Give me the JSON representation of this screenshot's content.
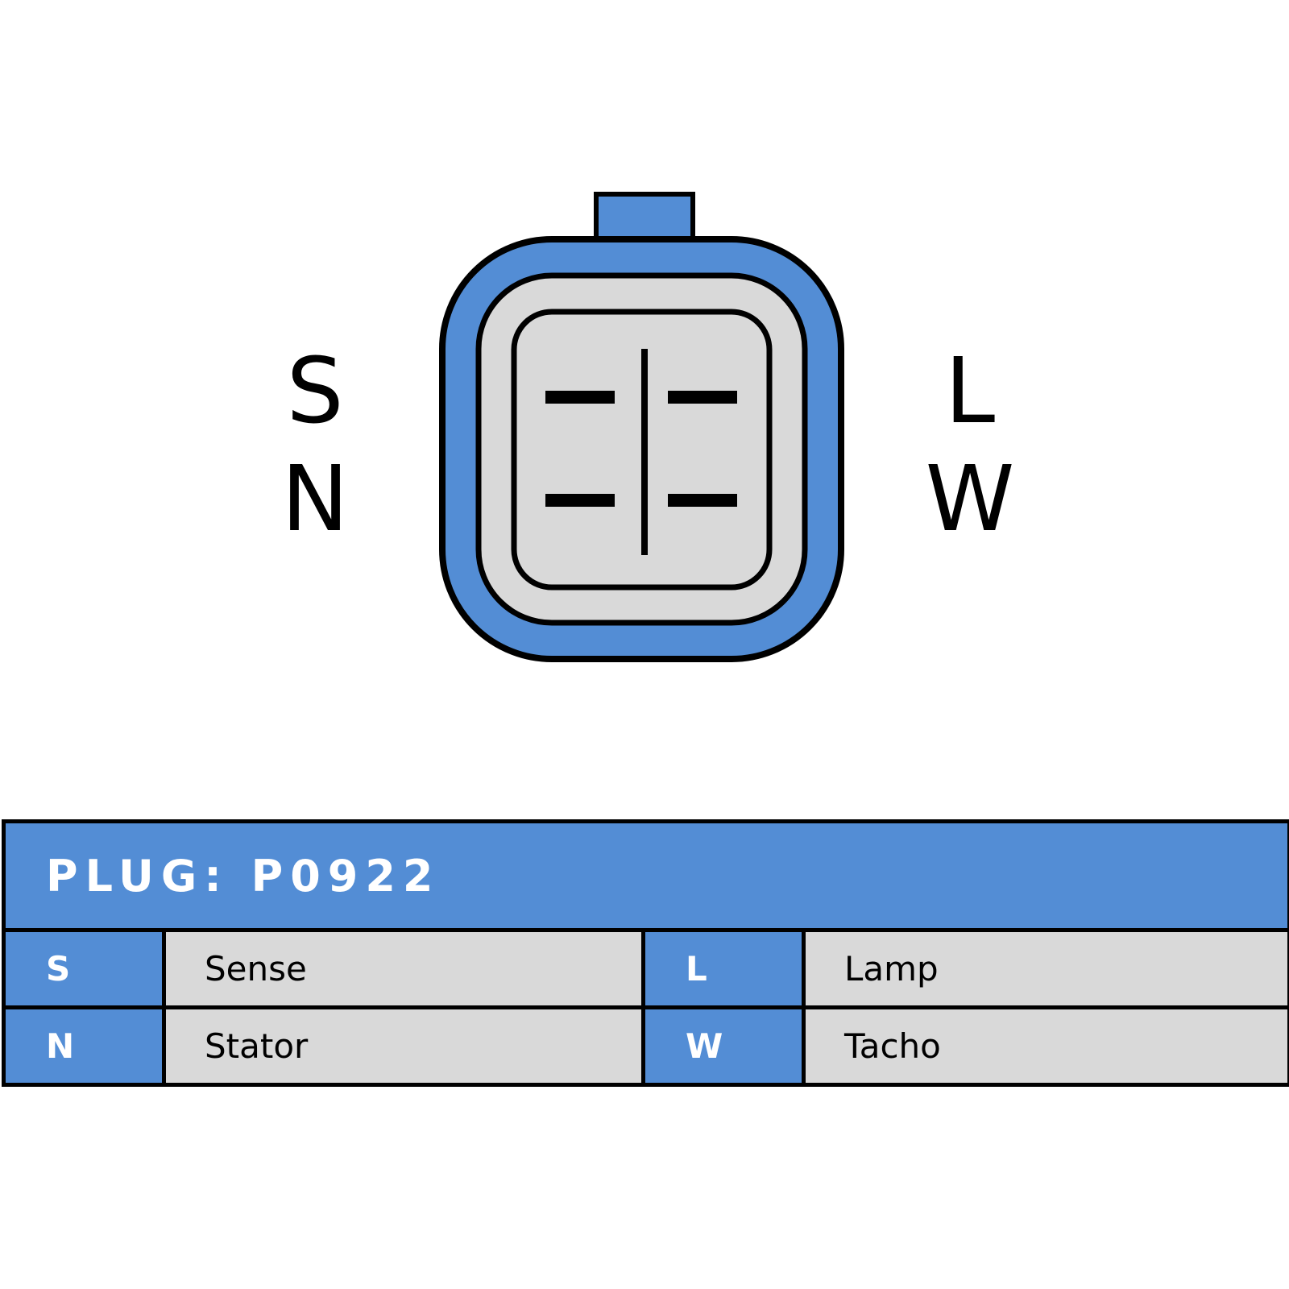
{
  "connector": {
    "pins_left": [
      "S",
      "N"
    ],
    "pins_right": [
      "L",
      "W"
    ],
    "colors": {
      "housing": "#538dd5",
      "face": "#d9d9d9",
      "outline": "#000000"
    }
  },
  "table": {
    "title": "PLUG: P0922",
    "rows": [
      [
        {
          "code": "S",
          "name": "Sense"
        },
        {
          "code": "L",
          "name": "Lamp"
        }
      ],
      [
        {
          "code": "N",
          "name": "Stator"
        },
        {
          "code": "W",
          "name": "Tacho"
        }
      ]
    ]
  }
}
